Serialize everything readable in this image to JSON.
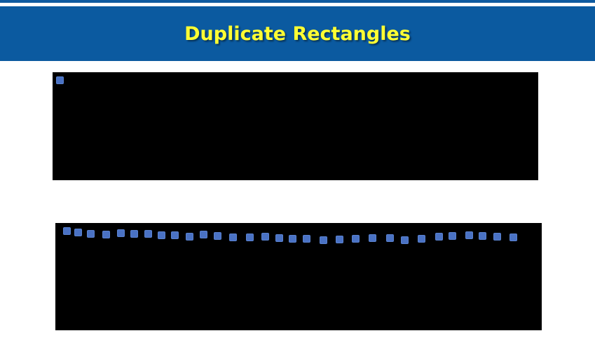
{
  "title": "Duplicate Rectangles",
  "colors": {
    "header": "#0b5aa0",
    "title_text": "#ffff33",
    "panel_background": "#000000",
    "rectangle_fill": "#4a72c4"
  },
  "top_panel": {
    "rectangle_count": 1
  },
  "bottom_panel": {
    "rectangle_count": 31
  }
}
